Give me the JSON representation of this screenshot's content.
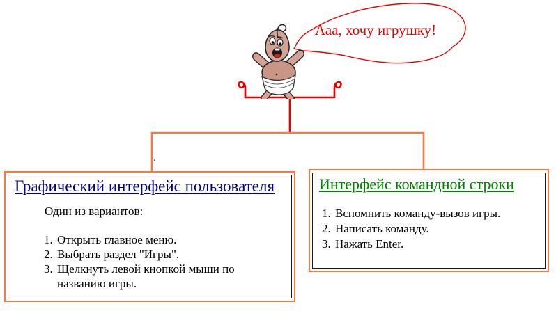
{
  "speech": {
    "text": "Ааа, хочу игрушку!"
  },
  "artifact_dot": ".",
  "boxes": {
    "gui": {
      "title": "Графический интерфейс пользователя",
      "intro": "Один из вариантов:",
      "items": [
        "Открыть главное меню.",
        "Выбрать раздел \"Игры\".",
        "Щелкнуть левой кнопкой мыши по названию игры."
      ]
    },
    "cli": {
      "title": "Интерфейс командной строки",
      "items": [
        "Вспомнить команду-вызов игры.",
        "Написать команду.",
        "Нажать Enter."
      ]
    }
  },
  "colors": {
    "accent_orange": "#f07c4c",
    "line_red": "#e60000",
    "gui_title_navy": "#000080",
    "cli_title_green": "#008000",
    "body_text": "#000000"
  }
}
